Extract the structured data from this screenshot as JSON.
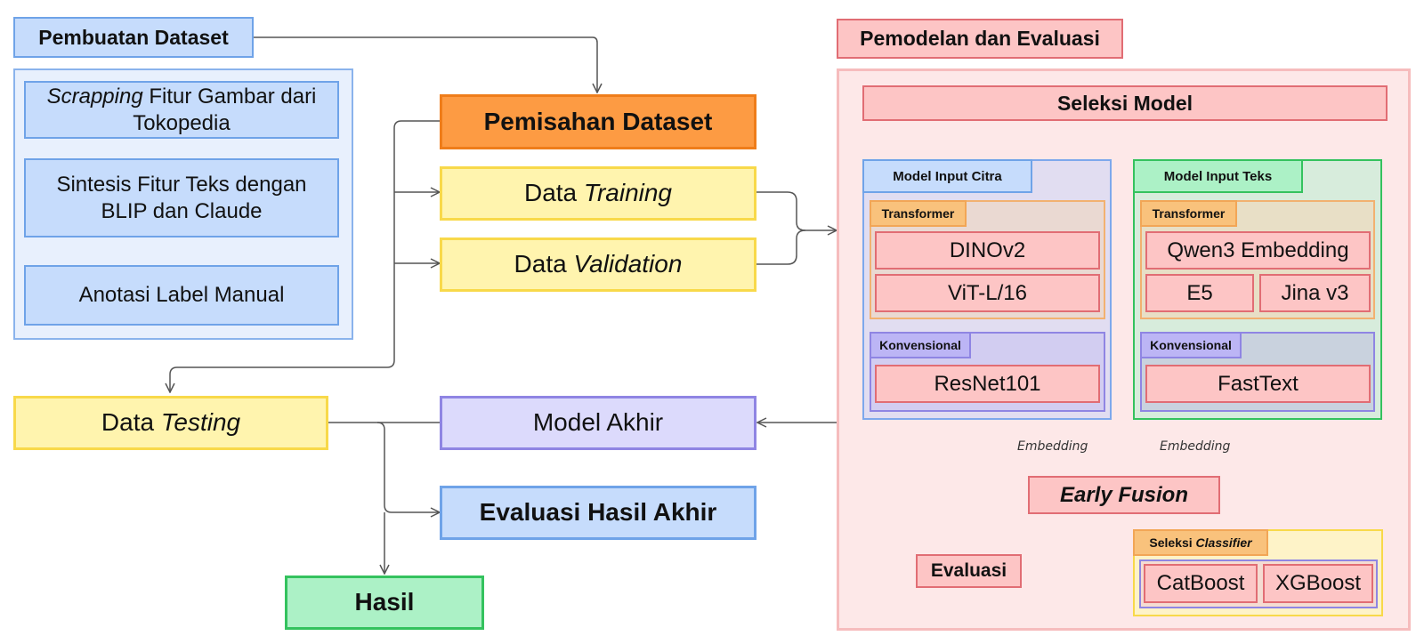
{
  "pembuatan": {
    "title": "Pembuatan Dataset",
    "scrap_em": "Scrapping",
    "scrap_rest": " Fitur Gambar dari Tokopedia",
    "sintesis": "Sintesis Fitur Teks dengan BLIP dan Claude",
    "anotasi": "Anotasi Label Manual"
  },
  "pemisahan": "Pemisahan Dataset",
  "data_training": {
    "pre": "Data ",
    "em": "Training"
  },
  "data_validation": {
    "pre": "Data ",
    "em": "Validation"
  },
  "data_testing": {
    "pre": "Data ",
    "em": "Testing"
  },
  "model_akhir": "Model Akhir",
  "evaluasi_hasil": "Evaluasi Hasil Akhir",
  "hasil": "Hasil",
  "pemodelan": {
    "title": "Pemodelan dan Evaluasi",
    "seleksi_model": "Seleksi Model",
    "citra": {
      "title": "Model Input Citra",
      "transformer": "Transformer",
      "models": [
        "DINOv2",
        "ViT-L/16"
      ],
      "konvensional": "Konvensional",
      "konv_model": "ResNet101"
    },
    "teks": {
      "title": "Model Input Teks",
      "transformer": "Transformer",
      "models": [
        "Qwen3 Embedding",
        "E5",
        "Jina v3"
      ],
      "konvensional": "Konvensional",
      "konv_model": "FastText"
    },
    "embedding_left": "Embedding",
    "embedding_right": "Embedding",
    "early_fusion": "Early Fusion",
    "seleksi_classifier": {
      "pre": "Seleksi ",
      "em": "Classifier"
    },
    "classifiers": [
      "CatBoost",
      "XGBoost"
    ],
    "evaluasi": "Evaluasi"
  },
  "colors": {
    "line": "#555555",
    "blue": "#c6dcfc",
    "yellow": "#fff4ae",
    "orange": "#fd9b43",
    "purple": "#dcdafc",
    "green": "#acf1c6",
    "pink": "#fdc5c5"
  }
}
